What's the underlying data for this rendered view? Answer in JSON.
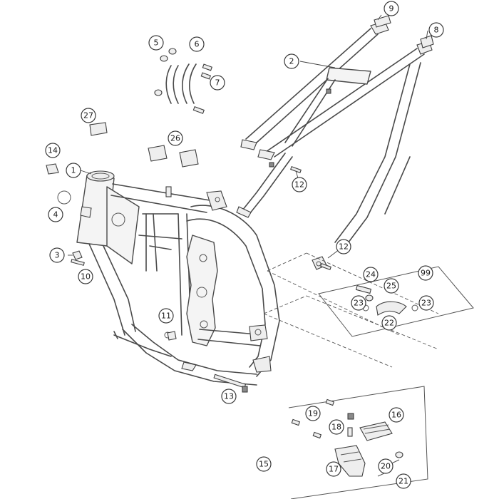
{
  "callouts": [
    {
      "id": "1",
      "label": "1"
    },
    {
      "id": "2",
      "label": "2"
    },
    {
      "id": "3",
      "label": "3"
    },
    {
      "id": "4",
      "label": "4"
    },
    {
      "id": "5",
      "label": "5"
    },
    {
      "id": "6",
      "label": "6"
    },
    {
      "id": "7",
      "label": "7"
    },
    {
      "id": "8",
      "label": "8"
    },
    {
      "id": "9",
      "label": "9"
    },
    {
      "id": "10",
      "label": "10"
    },
    {
      "id": "11",
      "label": "11"
    },
    {
      "id": "12a",
      "label": "12"
    },
    {
      "id": "12b",
      "label": "12"
    },
    {
      "id": "13",
      "label": "13"
    },
    {
      "id": "14",
      "label": "14"
    },
    {
      "id": "15",
      "label": "15"
    },
    {
      "id": "16",
      "label": "16"
    },
    {
      "id": "17",
      "label": "17"
    },
    {
      "id": "18",
      "label": "18"
    },
    {
      "id": "19",
      "label": "19"
    },
    {
      "id": "20",
      "label": "20"
    },
    {
      "id": "21",
      "label": "21"
    },
    {
      "id": "22",
      "label": "22"
    },
    {
      "id": "23a",
      "label": "23"
    },
    {
      "id": "23b",
      "label": "23"
    },
    {
      "id": "24",
      "label": "24"
    },
    {
      "id": "25",
      "label": "25"
    },
    {
      "id": "26",
      "label": "26"
    },
    {
      "id": "27",
      "label": "27"
    },
    {
      "id": "99",
      "label": "99"
    }
  ]
}
